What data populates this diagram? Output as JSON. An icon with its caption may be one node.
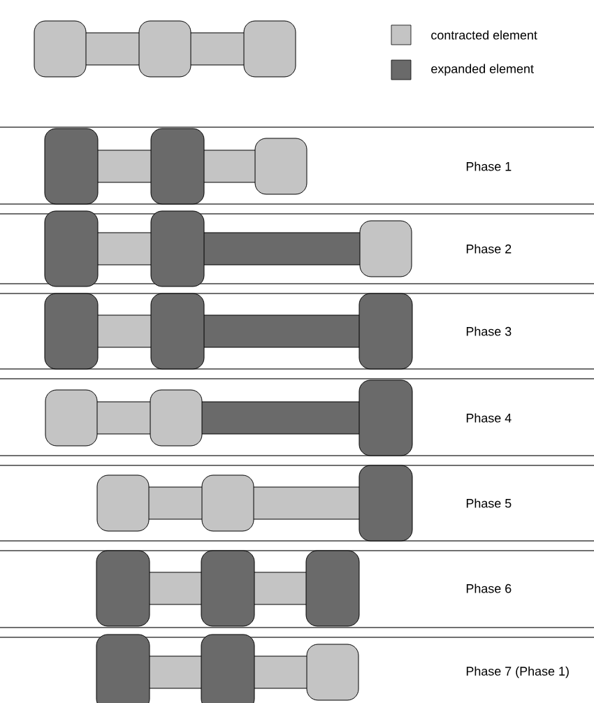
{
  "diagram": {
    "labels": [
      "Phase 1",
      "Phase 2",
      "Phase 3",
      "Phase 4",
      "Phase 5",
      "Phase 6",
      "Phase 7 (Phase 1)"
    ],
    "legend": [
      {
        "text": "contracted element",
        "color": "#c4c4c4"
      },
      {
        "text": "expanded element",
        "color": "#6a6a6a"
      }
    ]
  }
}
